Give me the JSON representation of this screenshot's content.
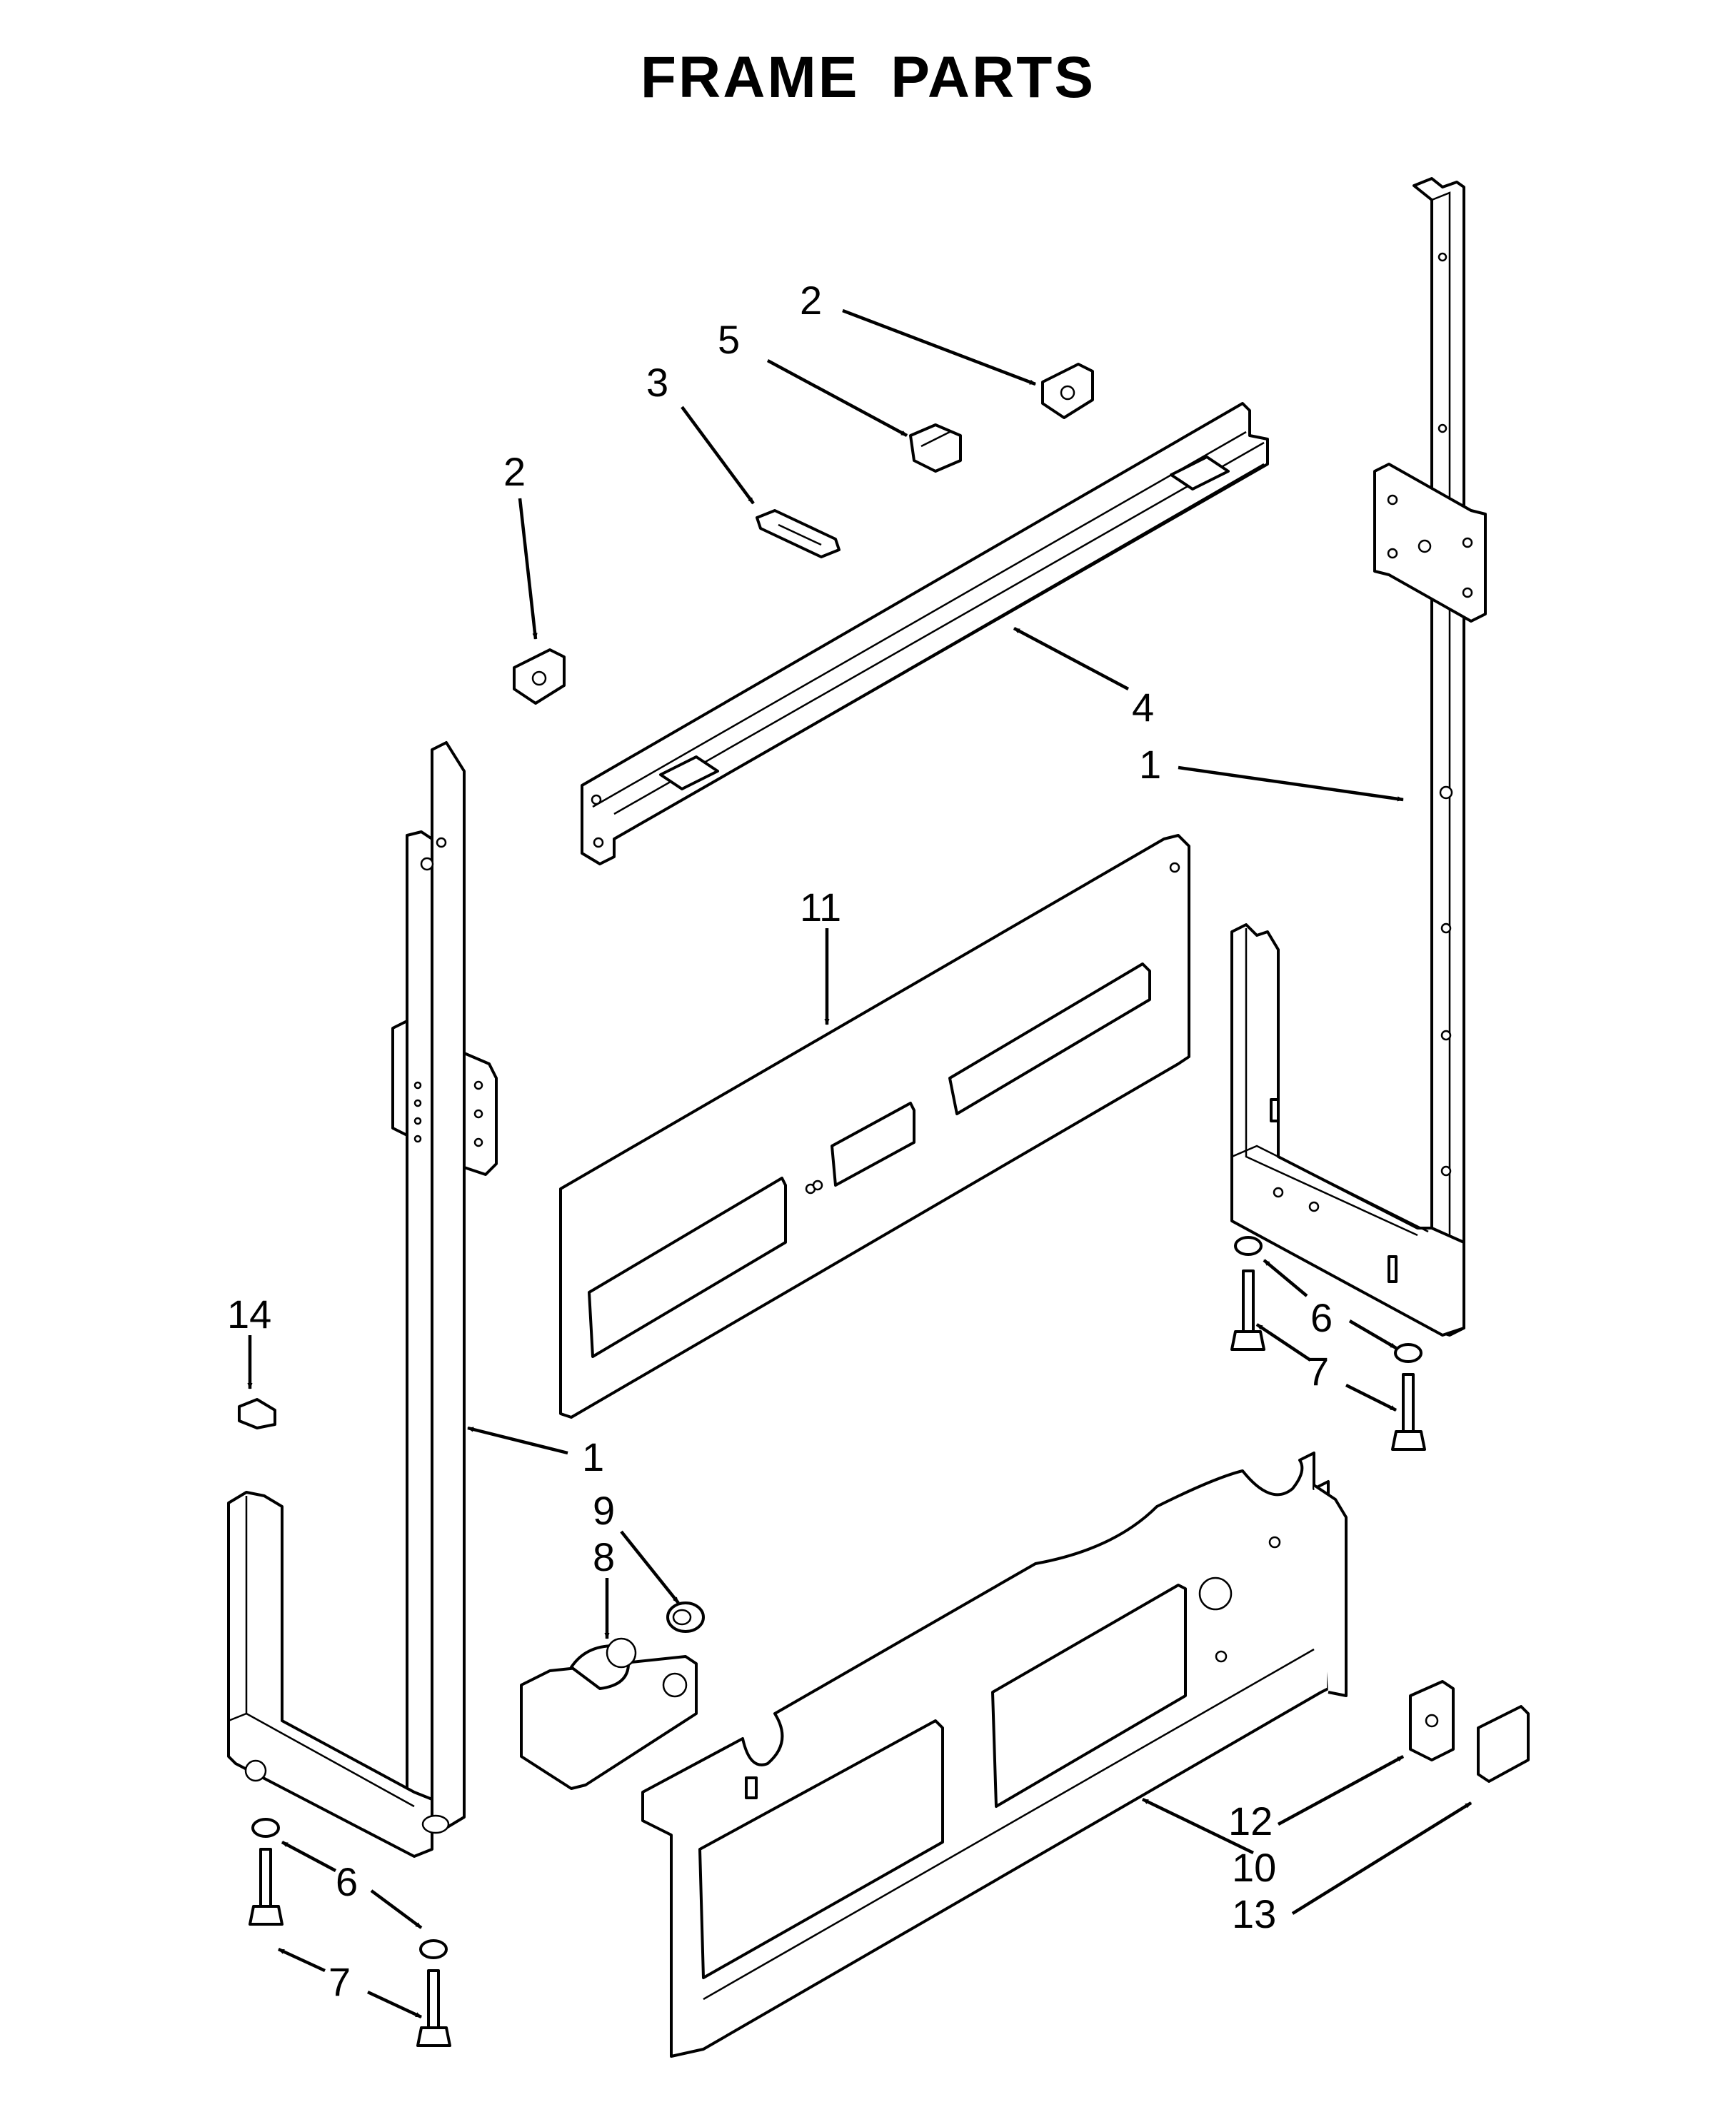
{
  "title": "FRAME PARTS",
  "callouts": [
    {
      "id": "c2a",
      "label": "2"
    },
    {
      "id": "c5",
      "label": "5"
    },
    {
      "id": "c3",
      "label": "3"
    },
    {
      "id": "c2b",
      "label": "2"
    },
    {
      "id": "c4",
      "label": "4"
    },
    {
      "id": "c1a",
      "label": "1"
    },
    {
      "id": "c11",
      "label": "11"
    },
    {
      "id": "c14",
      "label": "14"
    },
    {
      "id": "c1b",
      "label": "1"
    },
    {
      "id": "c9",
      "label": "9"
    },
    {
      "id": "c8",
      "label": "8"
    },
    {
      "id": "c6a",
      "label": "6"
    },
    {
      "id": "c7a",
      "label": "7"
    },
    {
      "id": "c6b",
      "label": "6"
    },
    {
      "id": "c7b",
      "label": "7"
    },
    {
      "id": "c12",
      "label": "12"
    },
    {
      "id": "c10",
      "label": "10"
    },
    {
      "id": "c13",
      "label": "13"
    }
  ]
}
